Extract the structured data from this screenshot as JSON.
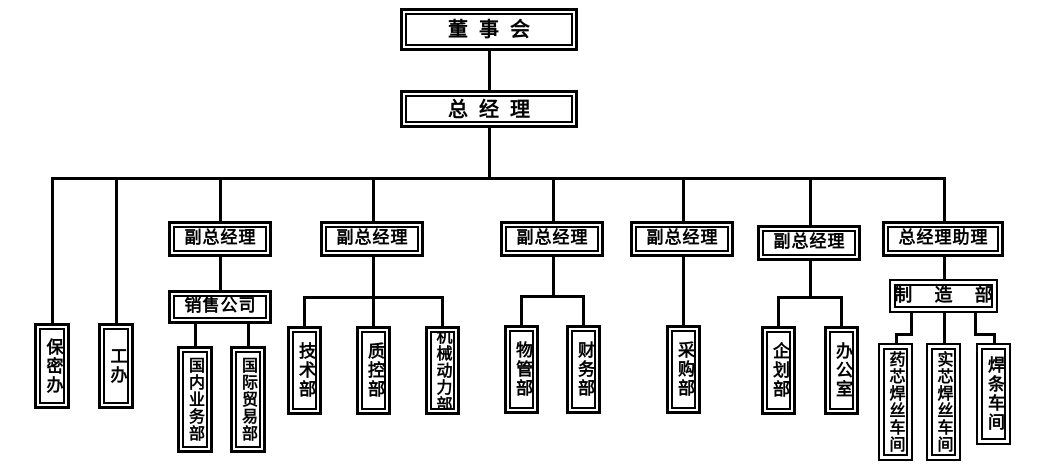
{
  "chart": {
    "type": "org-chart",
    "title": "",
    "orientation": "top-down",
    "root": "董事会"
  },
  "nodes": {
    "board": {
      "label": "董事会",
      "role": "Board of Directors"
    },
    "gm": {
      "label": "总经理",
      "role": "General Manager"
    },
    "security_office": {
      "label": "保密办",
      "role": "Confidentiality Office"
    },
    "labor_office": {
      "label": "工办",
      "role": "Labor Union Office"
    },
    "dgm1": {
      "label": "副总经理",
      "role": "Deputy General Manager"
    },
    "dgm2": {
      "label": "副总经理",
      "role": "Deputy General Manager"
    },
    "dgm3": {
      "label": "副总经理",
      "role": "Deputy General Manager"
    },
    "dgm4": {
      "label": "副总经理",
      "role": "Deputy General Manager"
    },
    "dgm5": {
      "label": "副总经理",
      "role": "Deputy General Manager"
    },
    "assistant_gm": {
      "label": "总经理助理",
      "role": "Assistant to General Manager"
    },
    "sales_company": {
      "label": "销售公司",
      "role": "Sales Company"
    },
    "manufacturing_dept": {
      "label": "制 造 部",
      "role": "Manufacturing Department"
    },
    "domestic_business": {
      "label": "国内业务部",
      "role": "Domestic Business Department"
    },
    "international_trade": {
      "label": "国际贸易部",
      "role": "International Trade Department"
    },
    "technical_dept": {
      "label": "技术部",
      "role": "Technical Department"
    },
    "quality_control_dept": {
      "label": "质控部",
      "role": "Quality Control Department"
    },
    "mechanical_power_dept": {
      "label": "机械动力部",
      "role": "Mechanical & Power Department"
    },
    "materials_dept": {
      "label": "物管部",
      "role": "Materials Management Department"
    },
    "finance_dept": {
      "label": "财务部",
      "role": "Finance Department"
    },
    "purchasing_dept": {
      "label": "采购部",
      "role": "Purchasing Department"
    },
    "planning_dept": {
      "label": "企划部",
      "role": "Planning Department"
    },
    "office": {
      "label": "办公室",
      "role": "Administrative Office"
    },
    "flux_cored_wire_workshop": {
      "label": "药芯焊丝车间",
      "role": "Flux-Cored Welding Wire Workshop"
    },
    "solid_wire_workshop": {
      "label": "实芯焊丝车间",
      "role": "Solid Welding Wire Workshop"
    },
    "electrode_workshop": {
      "label": "焊条车间",
      "role": "Welding Electrode Workshop"
    }
  },
  "style": {
    "line_color": "#000000",
    "box_border_color": "#000000",
    "box_fill": "#ffffff",
    "text_color": "#000000",
    "background": "#ffffff"
  }
}
